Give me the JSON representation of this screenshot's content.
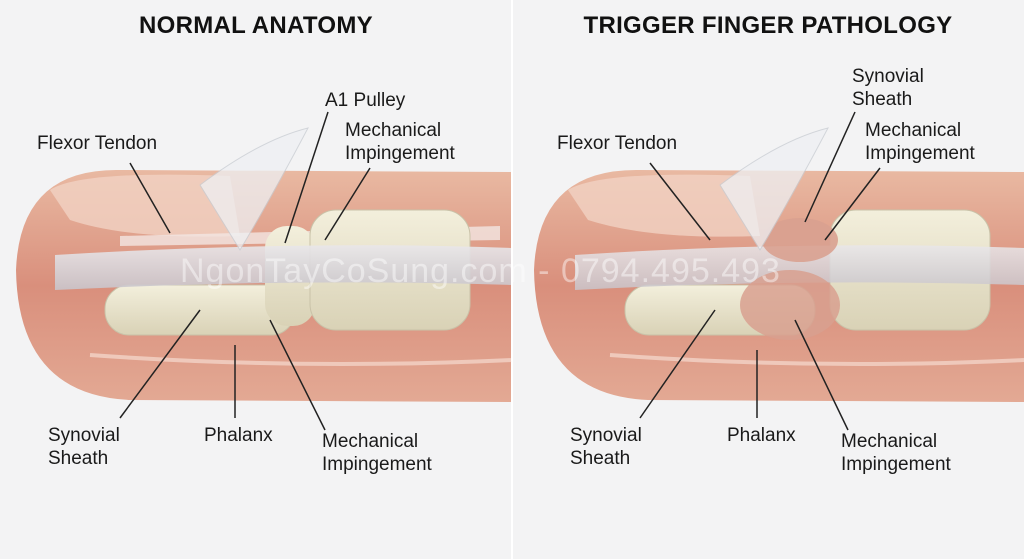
{
  "left_panel": {
    "title": "NORMAL ANATOMY",
    "labels": {
      "flexor_tendon": "Flexor Tendon",
      "a1_pulley": "A1 Pulley",
      "mechanical_impingement_top": "Mechanical Impingement",
      "synovial_sheath": "Synovial Sheath",
      "phalanx": "Phalanx",
      "mechanical_impingement_bottom": "Mechanical Impingement"
    }
  },
  "right_panel": {
    "title": "TRIGGER FINGER PATHOLOGY",
    "labels": {
      "synovial_sheath_top": "Synovial Sheath",
      "flexor_tendon": "Flexor Tendon",
      "mechanical_impingement_top": "Mechanical Impingement",
      "synovial_sheath_bottom": "Synovial Sheath",
      "phalanx": "Phalanx",
      "mechanical_impingement_bottom": "Mechanical Impingement"
    }
  },
  "watermark": "NgonTayCoSung.com - 0794.495.493"
}
